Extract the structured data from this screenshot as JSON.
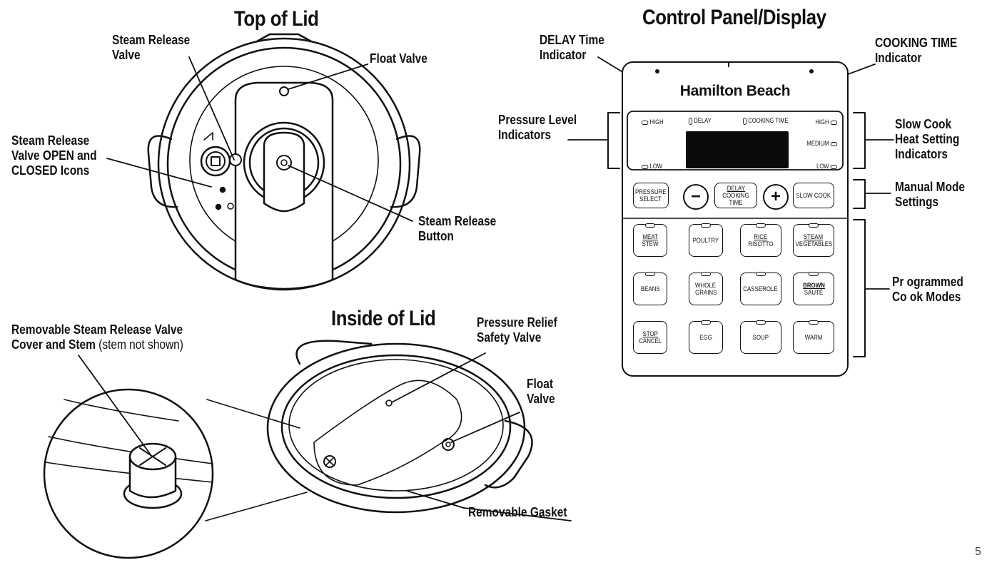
{
  "titles": {
    "top_of_lid": "Top of Lid",
    "inside_of_lid": "Inside of Lid",
    "control_panel": "Control Panel/Display"
  },
  "top_lid_labels": {
    "steam_release_valve": [
      "Steam Release",
      "Valve"
    ],
    "float_valve": "Float Valve",
    "open_closed_icons": [
      "Steam Release",
      "Valve OPEN and",
      "CLOSED Icons"
    ],
    "steam_release_button": [
      "Steam Release",
      "Button"
    ]
  },
  "inside_lid_labels": {
    "removable_cover": [
      "Removable Steam Release Valve",
      "Cover and Stem"
    ],
    "removable_cover_note": "(stem not shown)",
    "pressure_relief": [
      "Pressure Relief",
      "Safety Valve"
    ],
    "float_valve": [
      "Float",
      "Valve"
    ],
    "gasket": "Removable Gasket"
  },
  "panel_labels": {
    "delay_indicator": [
      "DELAY Time",
      "Indicator"
    ],
    "cooking_indicator": [
      "COOKING TIME",
      "Indicator"
    ],
    "pressure_level": [
      "Pressure Level",
      "Indicators"
    ],
    "slow_cook_heat": [
      "Slow Cook",
      "Heat Setting",
      "Indicators"
    ],
    "manual_mode": [
      "Manual Mode",
      "Settings"
    ],
    "programmed": [
      "Pr ogrammed",
      "Co ok Modes"
    ]
  },
  "panel": {
    "brand": "Hamilton Beach",
    "indicators": {
      "high_left": "HIGH",
      "low_left": "LOW",
      "delay": "DELAY",
      "cooking_time": "COOKING TIME",
      "high_right": "HIGH",
      "medium_right": "MEDIUM",
      "low_right": "LOW"
    },
    "manual_buttons": {
      "pressure_select": [
        "PRESSURE",
        "SELECT"
      ],
      "minus": "−",
      "delay_cooking": [
        "DELAY",
        "COOKING TIME"
      ],
      "plus": "+",
      "slow_cook": "SLOW COOK"
    },
    "mode_rows": [
      [
        [
          "MEAT",
          "STEW"
        ],
        [
          "POULTRY"
        ],
        [
          "RICE",
          "RISOTTO"
        ],
        [
          "STEAM",
          "VEGETABLES"
        ]
      ],
      [
        [
          "BEANS"
        ],
        [
          "WHOLE",
          "GRAINS"
        ],
        [
          "CASSEROLE"
        ],
        [
          "BROWN",
          "SAUTÉ"
        ]
      ],
      [
        [
          "STOP",
          "CANCEL"
        ],
        [
          "EGG"
        ],
        [
          "SOUP"
        ],
        [
          "WARM"
        ]
      ]
    ]
  },
  "page_number": "5"
}
